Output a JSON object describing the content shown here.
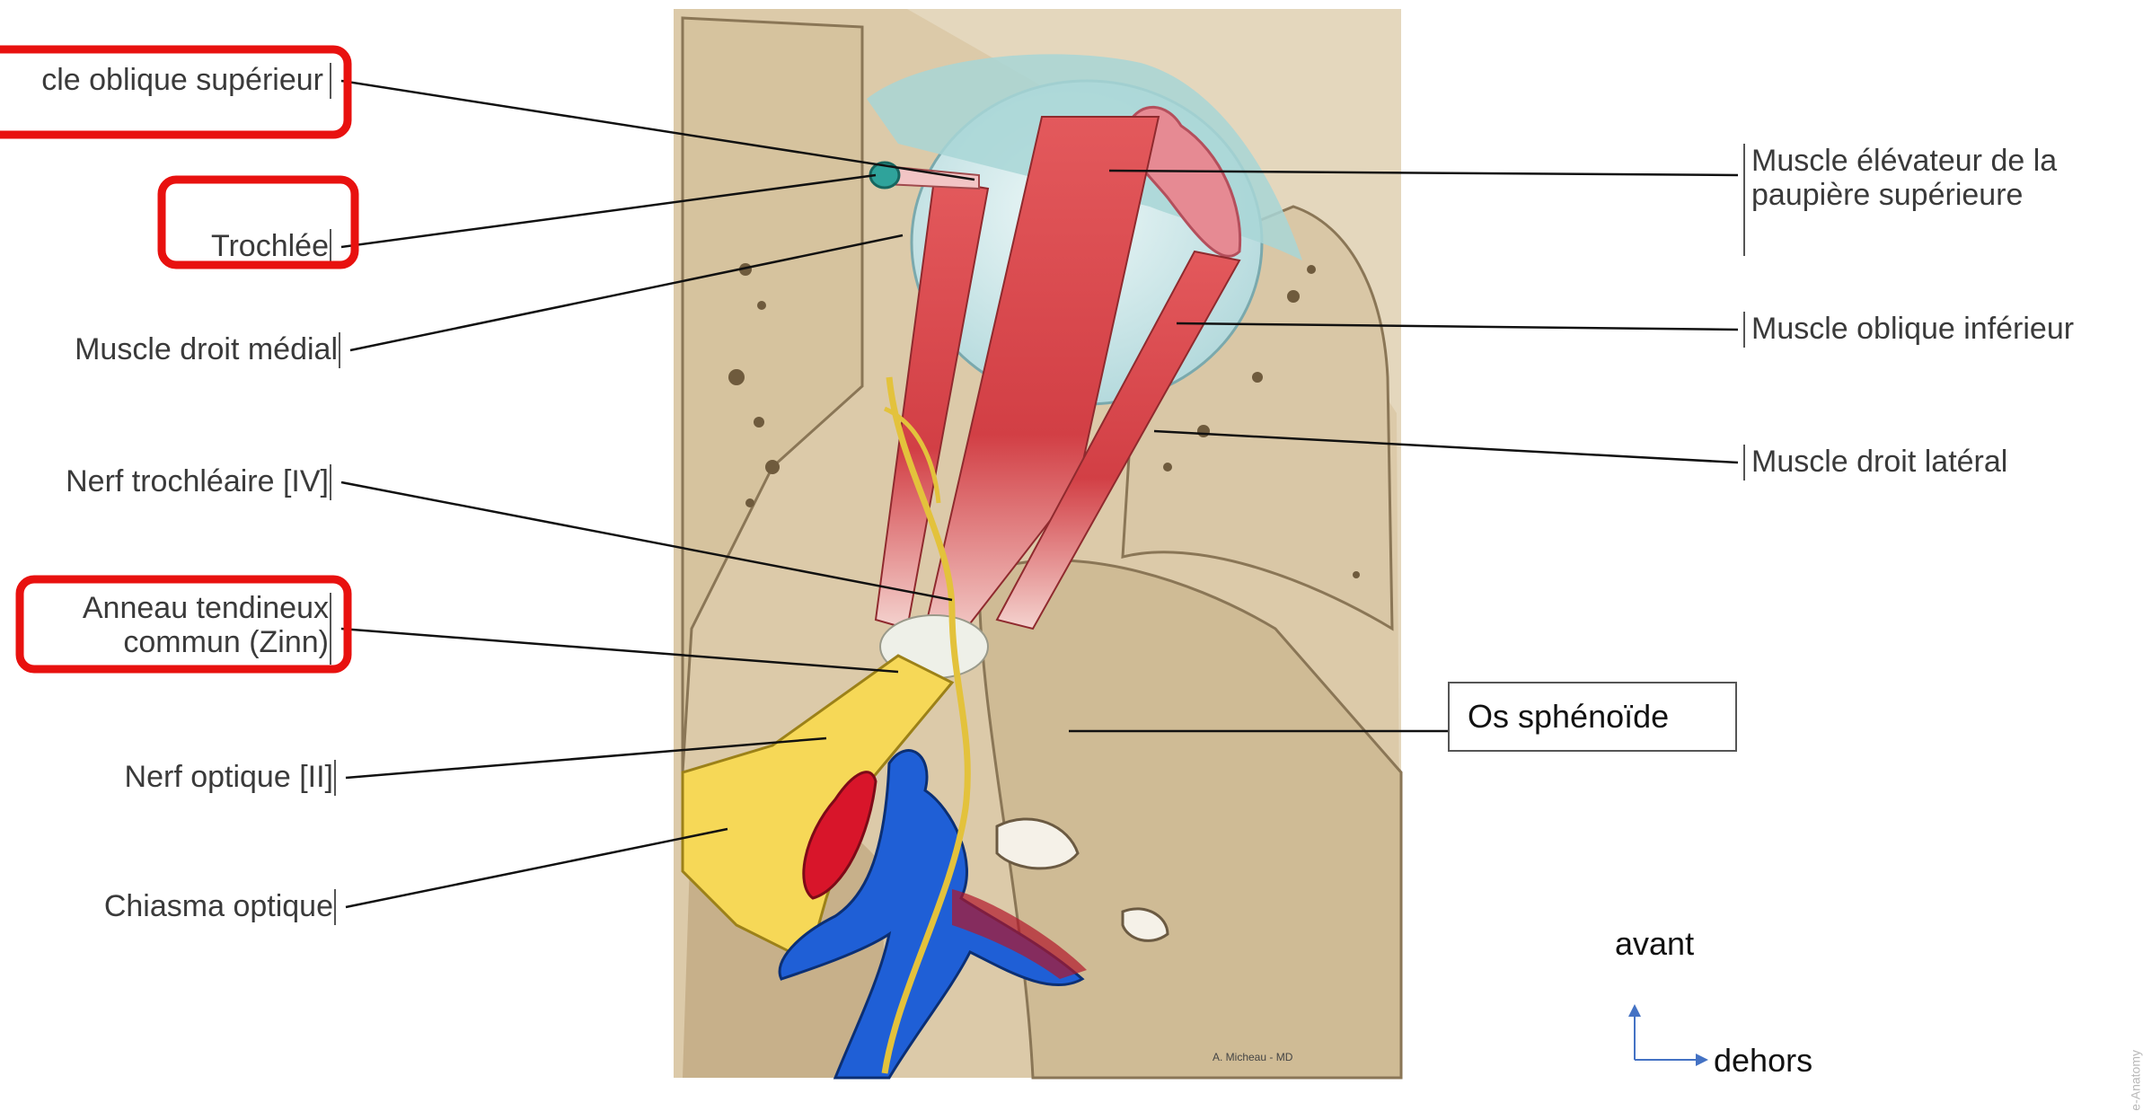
{
  "labels_left": {
    "oblique_sup": "cle oblique supérieur",
    "trochlee": "Trochlée",
    "droit_medial": "Muscle droit médial",
    "nerf_trochleaire": "Nerf trochléaire [IV]",
    "anneau_1": "Anneau tendineux",
    "anneau_2": "commun (Zinn)",
    "nerf_optique": "Nerf optique [II]",
    "chiasma": "Chiasma optique"
  },
  "labels_right": {
    "elevateur_1": "Muscle élévateur de la",
    "elevateur_2": "paupière supérieure",
    "oblique_inf": "Muscle oblique inférieur",
    "droit_lateral": "Muscle droit latéral"
  },
  "os_sphenoide": "Os sphénoïde",
  "orientation": {
    "avant": "avant",
    "dehors": "dehors"
  },
  "credit": "A. Micheau - MD",
  "watermark": "e-Anatomy",
  "colors": {
    "highlight_box": "#e8110f",
    "bone": "#d9c7a6",
    "muscle": "#d9474b",
    "nerve": "#f2d24a",
    "vein": "#1f5fd6",
    "artery": "#d8152a",
    "eyeball": "#c9e6e8"
  }
}
